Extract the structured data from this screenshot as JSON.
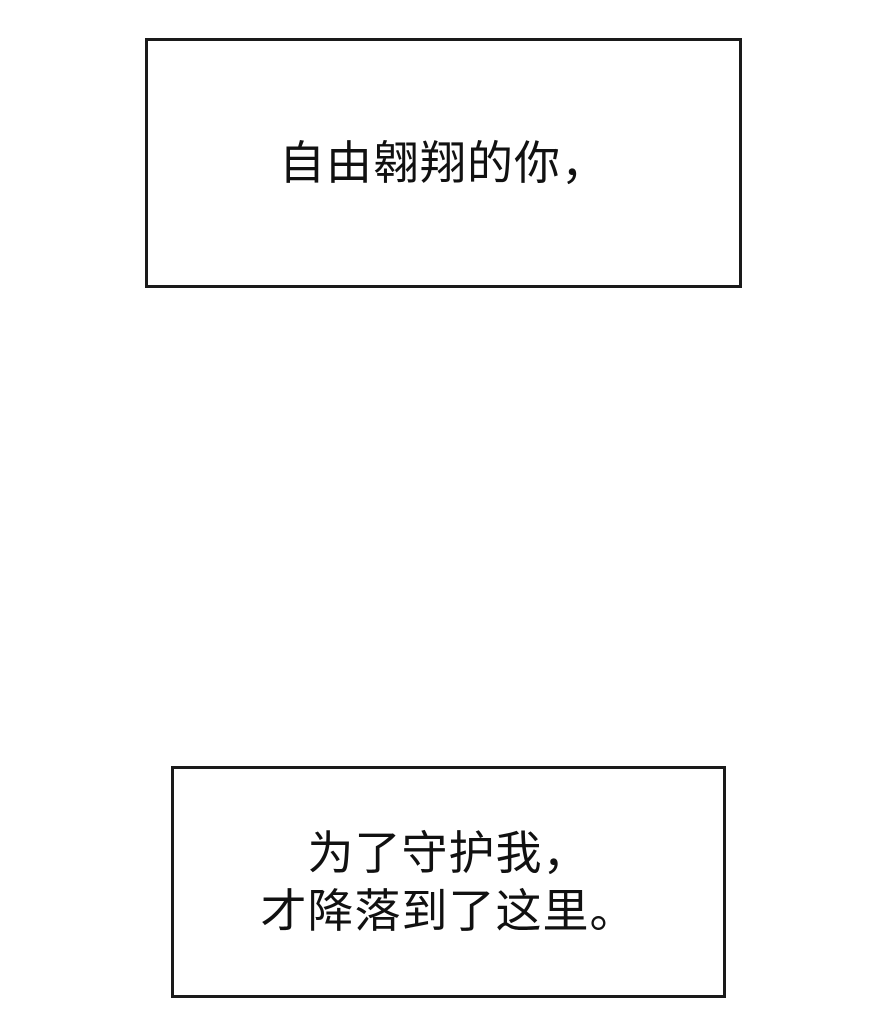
{
  "panels": [
    {
      "lines": [
        "自由翱翔的你，"
      ]
    },
    {
      "lines": [
        "为了守护我，",
        "才降落到了这里。"
      ]
    }
  ]
}
